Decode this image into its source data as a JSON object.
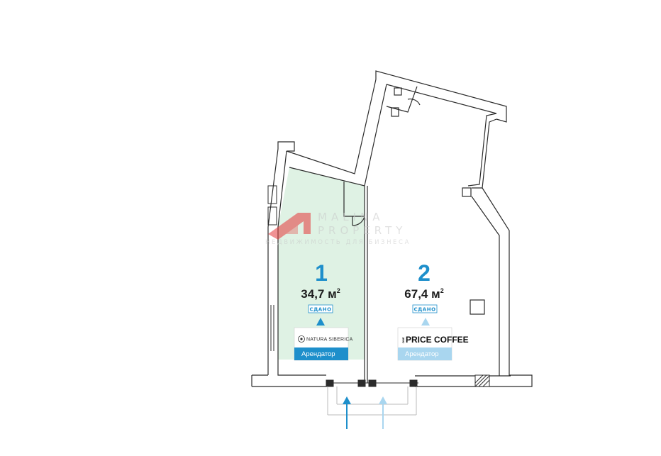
{
  "watermark": {
    "brand_line1": "MALINA",
    "brand_line2": "PROPERTY",
    "tagline": "НЕДВИЖИМОСТЬ ДЛЯ БИЗНЕСА"
  },
  "units": [
    {
      "number": "1",
      "area": "34,7 м",
      "area_sup": "2",
      "status": "СДАНО",
      "tenant_name": "NATURA SIBERICA",
      "tenant_label": "Арендатор"
    },
    {
      "number": "2",
      "area": "67,4 м",
      "area_sup": "2",
      "status": "СДАНО",
      "tenant_name_small": "ONE",
      "tenant_name": "PRICE COFFEE",
      "tenant_label": "Арендатор"
    }
  ],
  "colors": {
    "unit1_fill": "#dff2e4",
    "accent_dark": "#1e8fcb",
    "accent_light": "#a9d6ef",
    "wall": "#2b2b2b",
    "watermark_red": "#e5383b"
  }
}
